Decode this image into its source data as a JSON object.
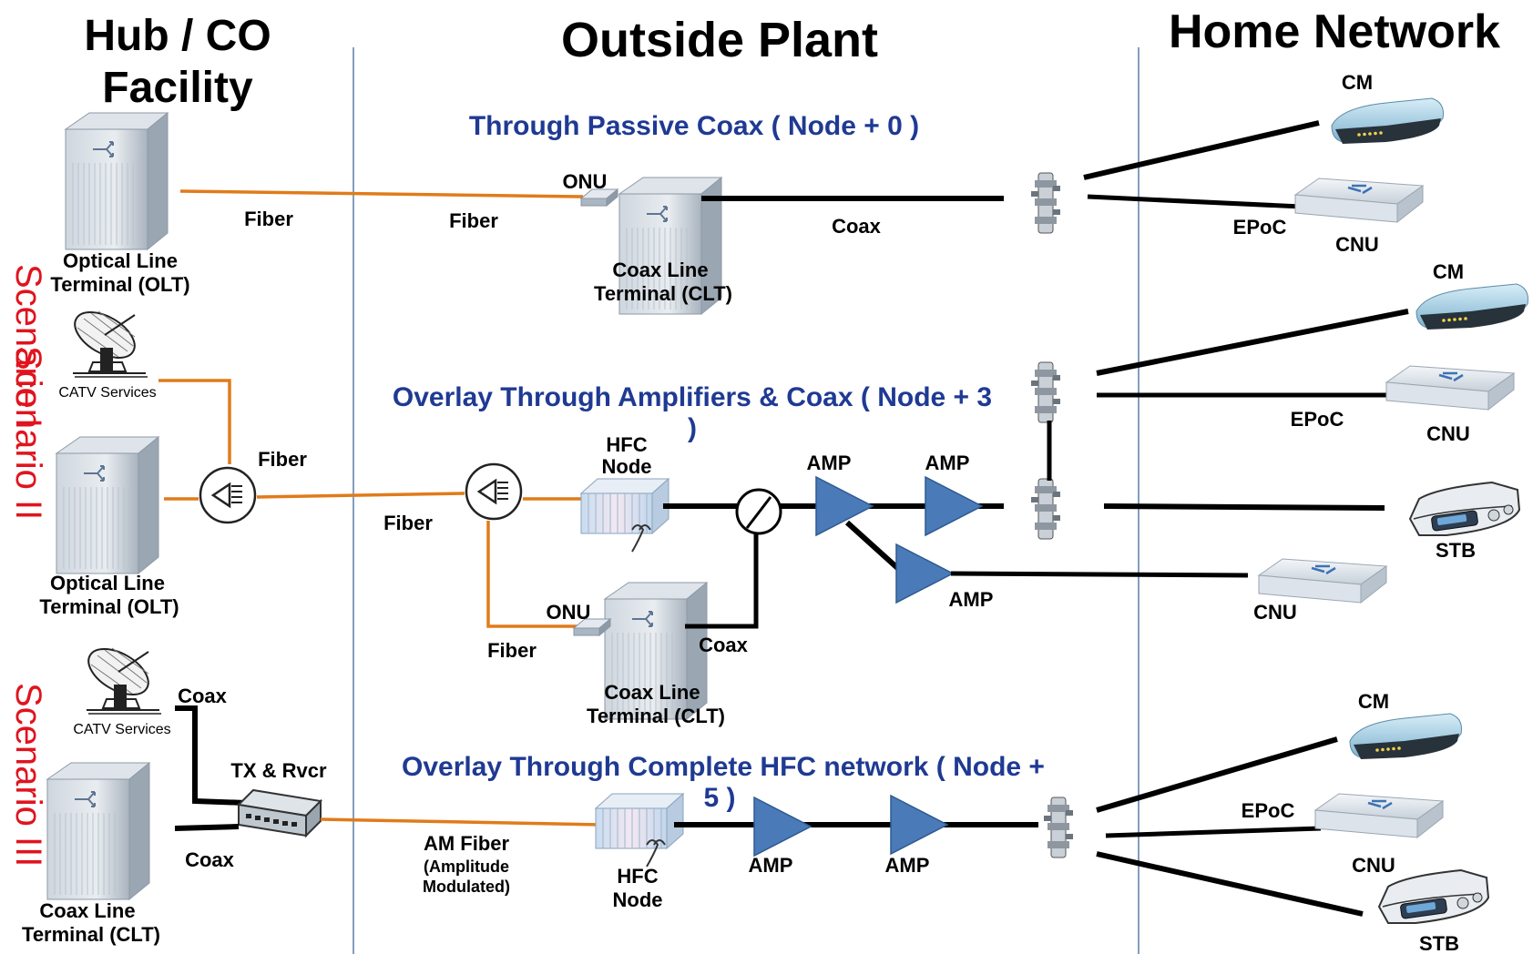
{
  "headers": {
    "hub": "Hub / CO",
    "hub2": "Facility",
    "outside": "Outside Plant",
    "home": "Home Network"
  },
  "scenarios": {
    "s1": "Scenario I",
    "s2": "Scenario II",
    "s3": "Scenario III"
  },
  "titles": {
    "t1": "Through Passive Coax ( Node + 0 )",
    "t2a": "Overlay Through Amplifiers & Coax ( Node + 3",
    "t2b": ")",
    "t3a": "Overlay Through Complete HFC network ( Node +",
    "t3b": "5 )"
  },
  "labels": {
    "olt1a": "Optical Line",
    "olt1b": "Terminal (OLT)",
    "olt2a": "Optical Line",
    "olt2b": "Terminal (OLT)",
    "clt_hub_a": "Coax Line",
    "clt_hub_b": "Terminal (CLT)",
    "clt1a": "Coax Line",
    "clt1b": "Terminal (CLT)",
    "clt2a": "Coax Line",
    "clt2b": "Terminal (CLT)",
    "fiber": "Fiber",
    "coax": "Coax",
    "onu": "ONU",
    "epoc": "EPoC",
    "cm": "CM",
    "cnu": "CNU",
    "stb": "STB",
    "amp": "AMP",
    "hfc_a": "HFC",
    "hfc_b": "Node",
    "catv": "CATV Services",
    "txrvcr": "TX & Rvcr",
    "amfiber": "AM Fiber",
    "amp_mod_a": "(Amplitude",
    "amp_mod_b": "Modulated)"
  },
  "colors": {
    "fiber": "#e07b1a",
    "coax": "#000000",
    "amp": "#4a7ab8",
    "title_blue": "#1f3a93",
    "scenario_red": "#e0141e",
    "divider": "#5b7fa8"
  },
  "icons": {
    "terminal": "rack-terminal-icon",
    "onu": "onu-icon",
    "splitter": "coax-splitter-icon",
    "modem": "cable-modem-icon",
    "cnu": "cnu-icon",
    "stb": "set-top-box-icon",
    "dish": "satellite-dish-icon",
    "coupler": "optical-coupler-icon",
    "hfc": "hfc-node-icon",
    "tx": "tx-receiver-icon",
    "amp": "amplifier-icon"
  }
}
